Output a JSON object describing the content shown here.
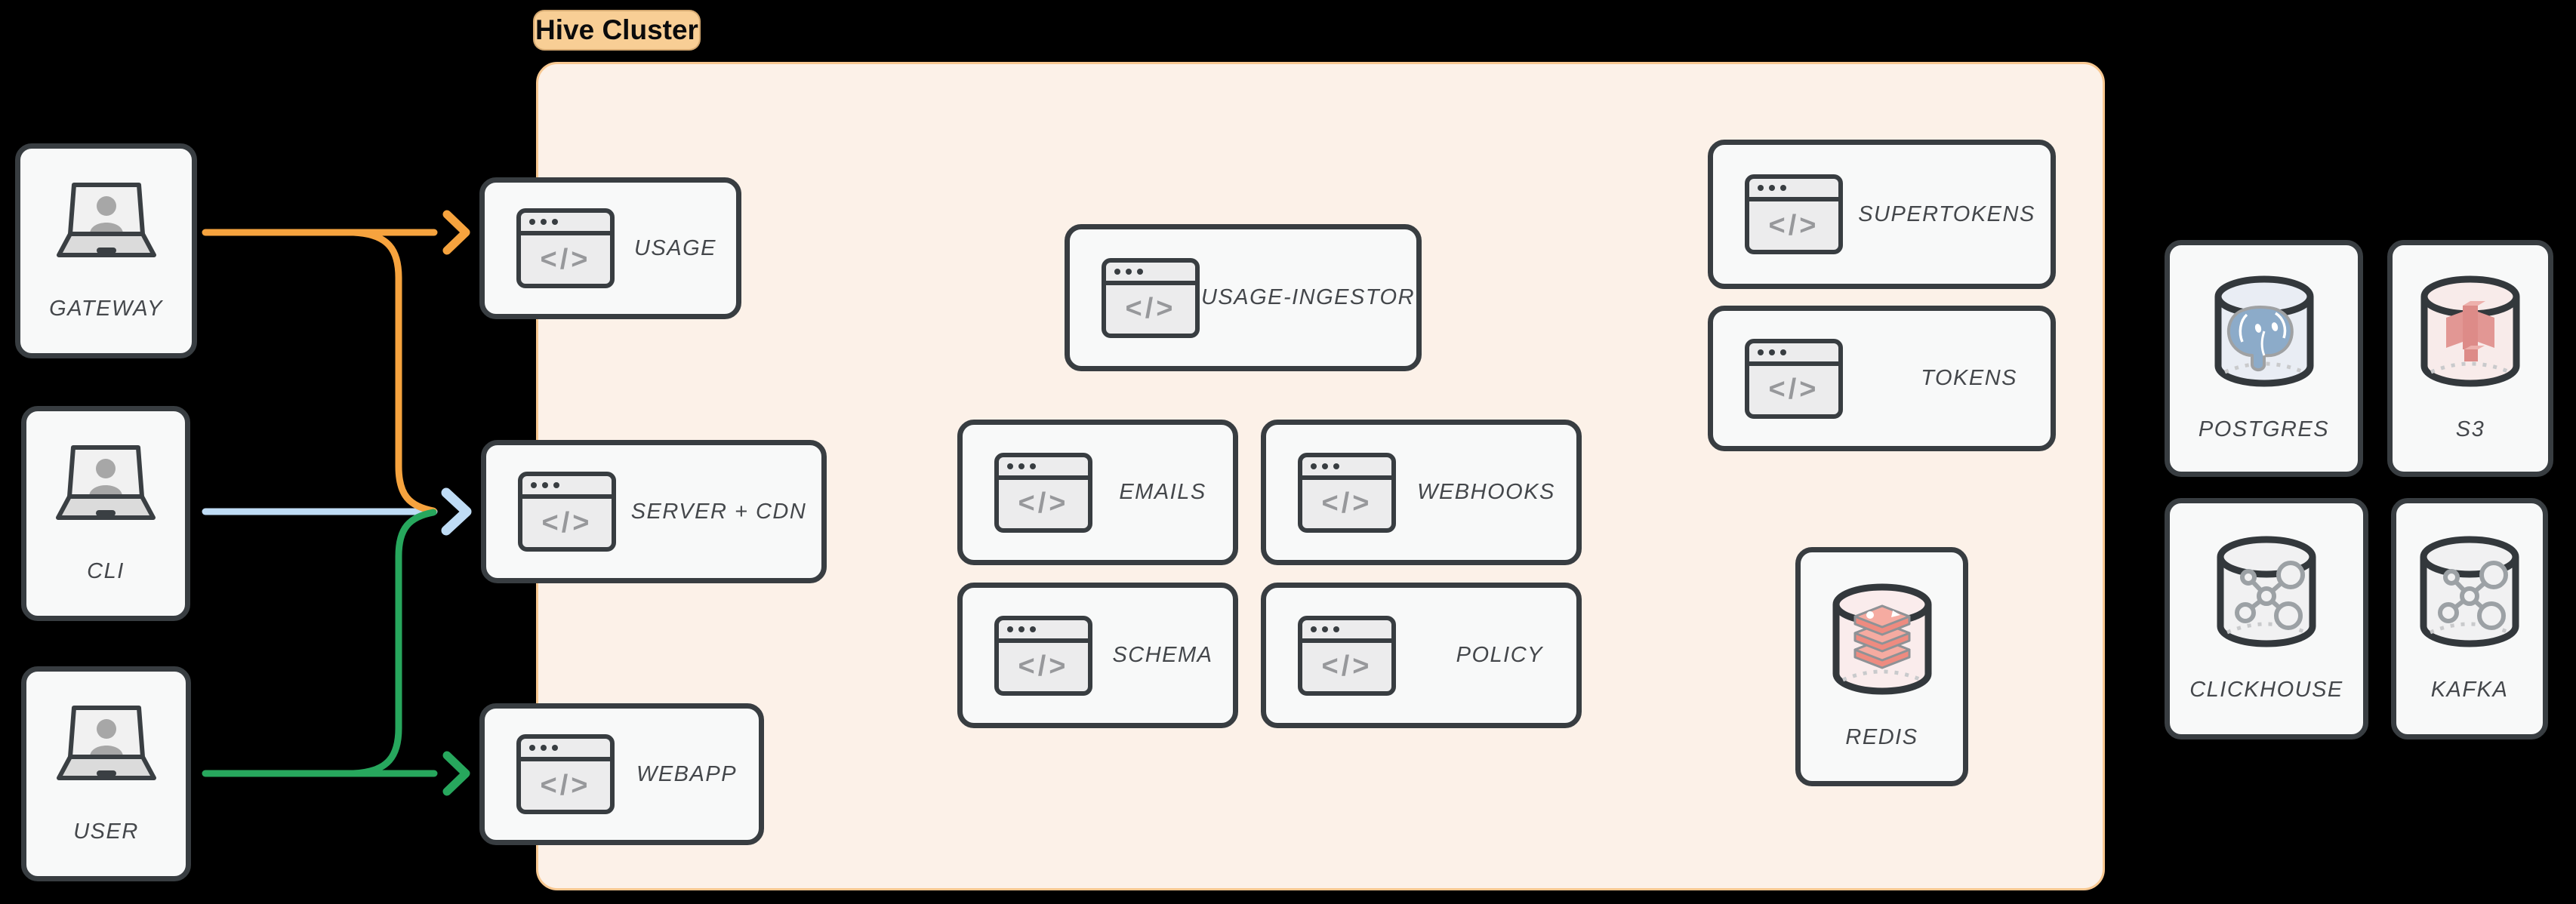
{
  "badge": {
    "label": "Hive Cluster"
  },
  "glyphs": {
    "code": "</>"
  },
  "actors": [
    {
      "label": "GATEWAY"
    },
    {
      "label": "CLI"
    },
    {
      "label": "USER"
    }
  ],
  "cluster": {
    "name": "Hive Cluster",
    "services": [
      {
        "label": "USAGE"
      },
      {
        "label": "SERVER + CDN"
      },
      {
        "label": "WEBAPP"
      },
      {
        "label": "USAGE-INGESTOR"
      },
      {
        "label": "EMAILS"
      },
      {
        "label": "WEBHOOKS"
      },
      {
        "label": "SCHEMA"
      },
      {
        "label": "POLICY"
      },
      {
        "label": "SUPERTOKENS"
      },
      {
        "label": "TOKENS"
      },
      {
        "label": "REDIS"
      }
    ]
  },
  "external_stores": [
    {
      "label": "POSTGRES"
    },
    {
      "label": "S3"
    },
    {
      "label": "CLICKHOUSE"
    },
    {
      "label": "KAFKA"
    }
  ],
  "edges": [
    {
      "from": "GATEWAY",
      "to": "USAGE",
      "color": "#F6A33E"
    },
    {
      "from": "GATEWAY",
      "to": "SERVER + CDN",
      "color": "#F6A33E"
    },
    {
      "from": "CLI",
      "to": "SERVER + CDN",
      "color": "#BFDCF5"
    },
    {
      "from": "USER",
      "to": "SERVER + CDN",
      "color": "#27A75D"
    },
    {
      "from": "USER",
      "to": "WEBAPP",
      "color": "#27A75D"
    }
  ],
  "colors": {
    "background": "#000000",
    "cluster_fill": "#FCF1E8",
    "cluster_border": "#F8C891",
    "badge_fill": "#F8CE95",
    "node_border": "#383D41",
    "node_fill": "#F8F9F9",
    "label_text": "#44474B",
    "orange_edge": "#F6A33E",
    "blue_edge": "#BFDCF5",
    "green_edge": "#27A75D"
  }
}
